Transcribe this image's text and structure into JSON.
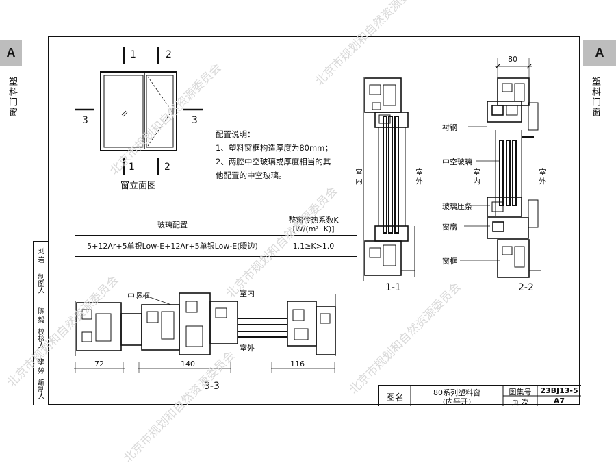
{
  "side_tab": {
    "letter": "A",
    "category": "塑料门窗"
  },
  "watermark": "北京市规划和自然资源委员会",
  "elevation": {
    "caption": "窗立面图",
    "section_marks": [
      "1",
      "2",
      "3",
      "3",
      "1",
      "2"
    ]
  },
  "config_notes": {
    "title": "配置说明：",
    "line1": "1、塑料窗框构造厚度为80mm；",
    "line2": "2、两腔中空玻璃或厚度相当的其",
    "line3": "他配置的中空玻璃。"
  },
  "glass_table": {
    "header_glass": "玻璃配置",
    "header_k1": "整窗传热系数K",
    "header_k2": "[W/(m²· K)]",
    "row_glass": "5+12Ar+5单银Low-E+12Ar+5单银Low-E(暖边)",
    "row_k": "1.1≥K>1.0"
  },
  "section_11": {
    "caption": "1-1",
    "inside": "室内",
    "outside": "室外"
  },
  "section_22": {
    "caption": "2-2",
    "dim_width": "80",
    "inside": "室内",
    "outside": "室外",
    "callouts": [
      "衬钢",
      "中空玻璃",
      "玻璃压条",
      "窗扇",
      "窗框"
    ]
  },
  "section_33": {
    "caption": "3-3",
    "callout_mullion": "中竖框",
    "inside": "室内",
    "outside": "室外",
    "dims": [
      "72",
      "140",
      "116"
    ]
  },
  "title_block": {
    "label_name": "图名",
    "name_line1": "80系列塑料窗",
    "name_line2": "(内平开)",
    "label_atlas": "图集号",
    "atlas_no": "23BJ13-5",
    "label_page": "页 次",
    "page_no": "A7"
  },
  "sign_strip": [
    "编制人",
    "李 婷",
    "校核人",
    "陈 毅",
    "制图人",
    "刘 岩"
  ]
}
